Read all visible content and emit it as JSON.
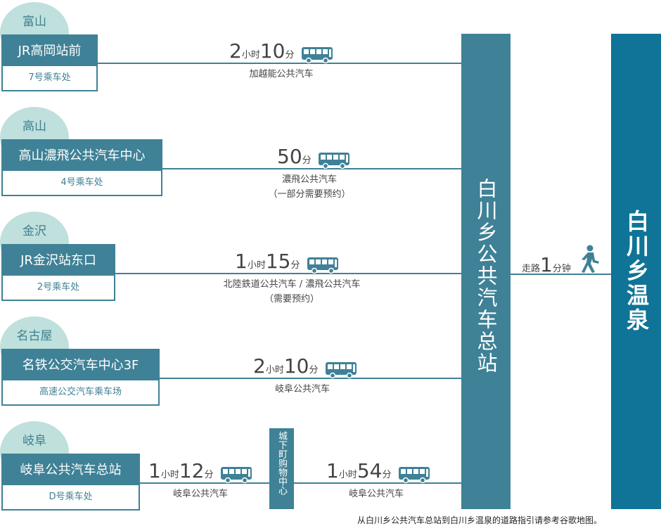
{
  "routes": [
    {
      "city": "富山",
      "station": "JR高岡站前",
      "platform": "7号乘车处",
      "dur_a": "2",
      "dur_a_unit": "小时",
      "dur_b": "10",
      "dur_b_unit": "分",
      "line1": "加越能公共汽车",
      "line2": ""
    },
    {
      "city": "高山",
      "station": "高山濃飛公共汽车中心",
      "platform": "4号乘车处",
      "dur_a": "",
      "dur_a_unit": "",
      "dur_b": "50",
      "dur_b_unit": "分",
      "line1": "濃飛公共汽车",
      "line2": "（一部分需要预约）"
    },
    {
      "city": "金沢",
      "station": "JR金沢站东口",
      "platform": "2号乘车处",
      "dur_a": "1",
      "dur_a_unit": "小时",
      "dur_b": "15",
      "dur_b_unit": "分",
      "line1": "北陸鉄道公共汽车 / 濃飛公共汽车",
      "line2": "（需要预约）"
    },
    {
      "city": "名古屋",
      "station": "名铁公交汽车中心3F",
      "platform": "高速公交汽车乘车场",
      "dur_a": "2",
      "dur_a_unit": "小时",
      "dur_b": "10",
      "dur_b_unit": "分",
      "line1": "岐阜公共汽车",
      "line2": ""
    },
    {
      "city": "岐阜",
      "station": "岐阜公共汽车总站",
      "platform": "D号乘车处",
      "dur_a": "1",
      "dur_a_unit": "小时",
      "dur_b": "12",
      "dur_b_unit": "分",
      "line1": "岐阜公共汽车",
      "line2": ""
    }
  ],
  "gifu_second_leg": {
    "dur_a": "1",
    "dur_a_unit": "小时",
    "dur_b": "54",
    "dur_b_unit": "分",
    "line1": "岐阜公共汽车"
  },
  "transfer_stop": "城下町购物中心",
  "terminal": "白川乡公共汽车总站",
  "destination": "白川乡温泉",
  "walk": {
    "prefix": "走路",
    "num": "1",
    "unit": "分钟"
  },
  "footnote": "从白川乡公共汽车总站到白川乡温泉的道路指引请参考谷歌地图。",
  "colors": {
    "accent": "#3f8196",
    "destination": "#0f7497",
    "city_bubble": "#bfe0dc"
  }
}
